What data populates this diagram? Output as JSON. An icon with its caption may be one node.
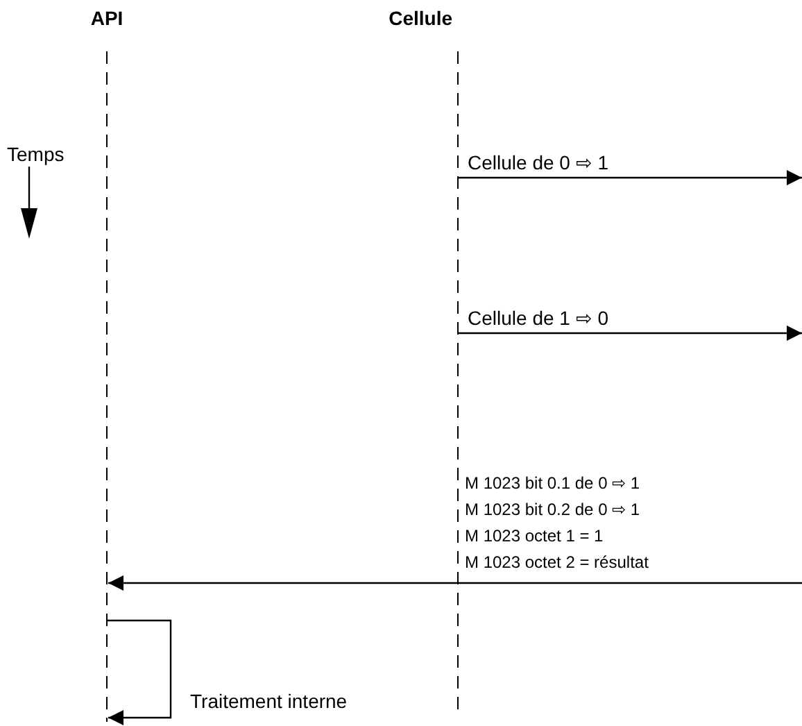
{
  "diagram": {
    "nodes": [
      {
        "text": [
          "API"
        ]
      },
      {
        "text": [
          "Cellule"
        ]
      }
    ],
    "edges": [
      {
        "from": 1,
        "to": null,
        "arrow": "to",
        "label": "Cellule de 0 ⇨ 1"
      },
      {
        "from": 1,
        "to": null,
        "arrow": "to",
        "label": "Cellule de 1 ⇨ 0"
      },
      {
        "from": null,
        "to": 0,
        "arrow": "to"
      },
      {
        "from": 0,
        "to": 0,
        "arrow": "to",
        "label": "Traitement interne"
      }
    ],
    "labels": [
      "Temps",
      "M 1023 bit 0.1 de 0 ⇨ 1",
      "M 1023 bit 0.2 de 0 ⇨ 1",
      "M 1023 octet 1 = 1",
      "M 1023 octet 2 = résultat"
    ]
  }
}
